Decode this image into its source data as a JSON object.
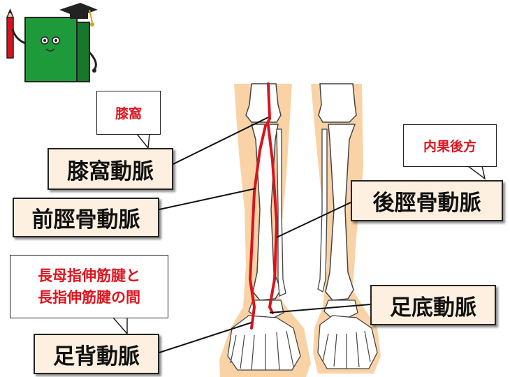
{
  "labels": {
    "popliteal_artery": "膝窩動脈",
    "anterior_tibial_artery": "前脛骨動脈",
    "posterior_tibial_artery": "後脛骨動脈",
    "plantar_artery": "足底動脈",
    "dorsalis_pedis_artery": "足背動脈"
  },
  "callouts": {
    "popliteal_fossa": "膝窩",
    "behind_medial_malleolus": "内果後方",
    "between_tendons_line1": "長母指伸筋腱と",
    "between_tendons_line2": "長指伸筋腱の間"
  },
  "colors": {
    "artery": "#d8141e",
    "callout_text": "#e0141e",
    "label_fill": "#fdf0e0",
    "skin": "#f9d3a6",
    "bone": "#ffffff",
    "mascot_book": "#1e9a3a"
  },
  "icons": {
    "mascot": "book-mascot-with-graduation-cap-icon"
  }
}
